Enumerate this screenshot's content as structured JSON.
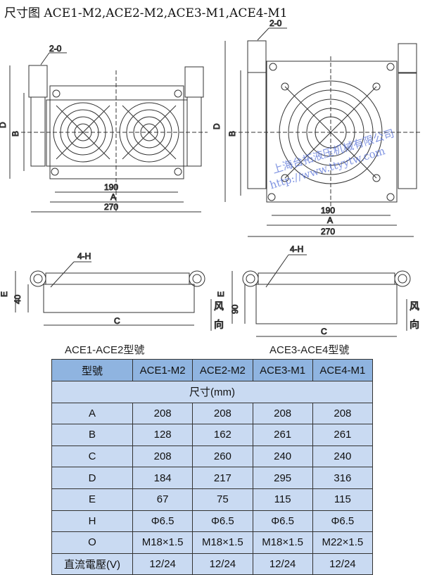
{
  "title": "尺寸图 ACE1-M2,ACE2-M2,ACE3-M1,ACE4-M1",
  "drawing": {
    "port": "2-0",
    "D": "D",
    "B": "B",
    "d190": "190",
    "A": "A",
    "d270": "270",
    "holes": "4-H",
    "E": "E",
    "h40": "40",
    "h90": "90",
    "C": "C",
    "wind1": "风",
    "wind2": "向"
  },
  "watermark": {
    "company": "上海台拓液压机械有限公司",
    "url": "http://www.ttyytw.com"
  },
  "sections": [
    "ACE1-ACE2型號",
    "ACE3-ACE4型號"
  ],
  "table": {
    "header": [
      "型號",
      "ACE1-M2",
      "ACE2-M2",
      "ACE3-M1",
      "ACE4-M1"
    ],
    "subheader": "尺寸(mm)",
    "rows": [
      [
        "A",
        "208",
        "208",
        "208",
        "208"
      ],
      [
        "B",
        "128",
        "162",
        "261",
        "261"
      ],
      [
        "C",
        "208",
        "260",
        "240",
        "240"
      ],
      [
        "D",
        "184",
        "217",
        "295",
        "316"
      ],
      [
        "E",
        "67",
        "75",
        "115",
        "115"
      ],
      [
        "H",
        "Φ6.5",
        "Φ6.5",
        "Φ6.5",
        "Φ6.5"
      ],
      [
        "O",
        "M18×1.5",
        "M18×1.5",
        "M18×1.5",
        "M22×1.5"
      ],
      [
        "直流電壓(V)",
        "12/24",
        "12/24",
        "12/24",
        "12/24"
      ]
    ]
  },
  "colors": {
    "header": "#8fb4e0",
    "row": "#c9daf2"
  }
}
